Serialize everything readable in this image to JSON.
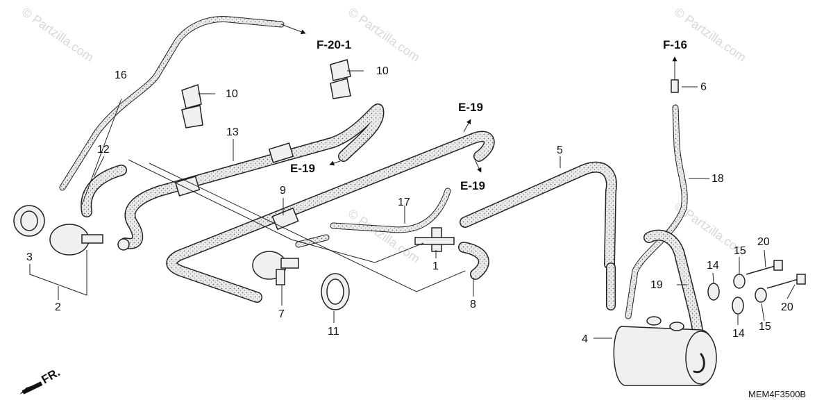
{
  "watermark": "© Partzilla.com",
  "drawing_code": "MEM4F3500B",
  "direction_label": "FR.",
  "ref_labels": [
    "F-20-1",
    "F-16",
    "E-19",
    "E-19",
    "E-19"
  ],
  "callouts": [
    "1",
    "2",
    "3",
    "4",
    "5",
    "6",
    "7",
    "8",
    "9",
    "10",
    "10",
    "11",
    "12",
    "13",
    "14",
    "14",
    "15",
    "15",
    "16",
    "17",
    "18",
    "19",
    "20",
    "20"
  ],
  "colors": {
    "line": "#222222",
    "hose_fill": "#e6e6e6",
    "watermark": "#d8d8d8"
  }
}
